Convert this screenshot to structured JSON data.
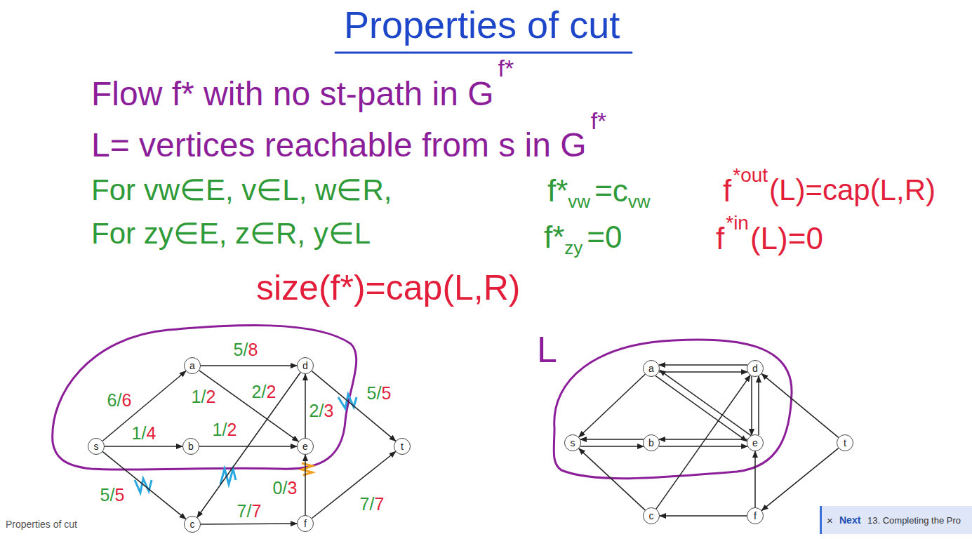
{
  "diagram": {
    "title": "Properties of cut",
    "nodes": [
      {
        "text": [
          "s"
        ]
      },
      {
        "text": [
          "a"
        ]
      },
      {
        "text": [
          "b"
        ]
      },
      {
        "text": [
          "c"
        ]
      },
      {
        "text": [
          "d"
        ]
      },
      {
        "text": [
          "e"
        ]
      },
      {
        "text": [
          "f"
        ]
      },
      {
        "text": [
          "t"
        ]
      },
      {
        "text": [
          "s"
        ]
      },
      {
        "text": [
          "a"
        ]
      },
      {
        "text": [
          "b"
        ]
      },
      {
        "text": [
          "c"
        ]
      },
      {
        "text": [
          "d"
        ]
      },
      {
        "text": [
          "e"
        ]
      },
      {
        "text": [
          "f"
        ]
      },
      {
        "text": [
          "t"
        ]
      }
    ],
    "edges": [
      {
        "from": 0,
        "to": 1,
        "arrow": "to",
        "label": "6/6"
      },
      {
        "from": 0,
        "to": 2,
        "arrow": "to",
        "label": "1/4"
      },
      {
        "from": 0,
        "to": 3,
        "arrow": "to",
        "label": "5/5"
      },
      {
        "from": 1,
        "to": 4,
        "arrow": "to",
        "label": "5/8"
      },
      {
        "from": 1,
        "to": 5,
        "arrow": "to",
        "label": "1/2"
      },
      {
        "from": 2,
        "to": 5,
        "arrow": "to",
        "label": "1/2"
      },
      {
        "from": 4,
        "to": 3,
        "arrow": "to",
        "label": "2/2"
      },
      {
        "from": 5,
        "to": 4,
        "arrow": "to",
        "label": "2/3"
      },
      {
        "from": 4,
        "to": 7,
        "arrow": "to",
        "label": "5/5"
      },
      {
        "from": 6,
        "to": 5,
        "arrow": "to",
        "label": "0/3"
      },
      {
        "from": 3,
        "to": 6,
        "arrow": "to",
        "label": "7/7"
      },
      {
        "from": 6,
        "to": 7,
        "arrow": "to",
        "label": "7/7"
      },
      {
        "from": 9,
        "to": 8,
        "arrow": "to"
      },
      {
        "from": 8,
        "to": 10,
        "arrow": "to"
      },
      {
        "from": 10,
        "to": 8,
        "arrow": "to"
      },
      {
        "from": 11,
        "to": 8,
        "arrow": "to"
      },
      {
        "from": 9,
        "to": 12,
        "arrow": "to"
      },
      {
        "from": 12,
        "to": 9,
        "arrow": "to"
      },
      {
        "from": 9,
        "to": 13,
        "arrow": "to"
      },
      {
        "from": 13,
        "to": 9,
        "arrow": "to"
      },
      {
        "from": 10,
        "to": 13,
        "arrow": "to"
      },
      {
        "from": 13,
        "to": 10,
        "arrow": "to"
      },
      {
        "from": 11,
        "to": 12,
        "arrow": "to"
      },
      {
        "from": 12,
        "to": 13,
        "arrow": "to"
      },
      {
        "from": 13,
        "to": 12,
        "arrow": "to"
      },
      {
        "from": 15,
        "to": 12,
        "arrow": "to"
      },
      {
        "from": 14,
        "to": 13,
        "arrow": "to"
      },
      {
        "from": 14,
        "to": 11,
        "arrow": "to"
      },
      {
        "from": 15,
        "to": 14,
        "arrow": "to"
      }
    ],
    "labels": [
      "Properties of cut",
      "Flow f* with no st-path in G",
      "f*",
      "L= vertices reachable from s in G",
      "f*",
      "For vw∈E, v∈L, w∈R,",
      "f*",
      "vw",
      "=c",
      "vw",
      "f",
      "*out",
      "(L)=cap(L,R)",
      "For zy∈E, z∈R, y∈L",
      "f*",
      "zy",
      "=0",
      "f",
      "*in",
      "(L)=0",
      "size(f*)=cap(L,R)",
      "L",
      "×",
      "Next",
      "13. Completing the Pro"
    ]
  }
}
